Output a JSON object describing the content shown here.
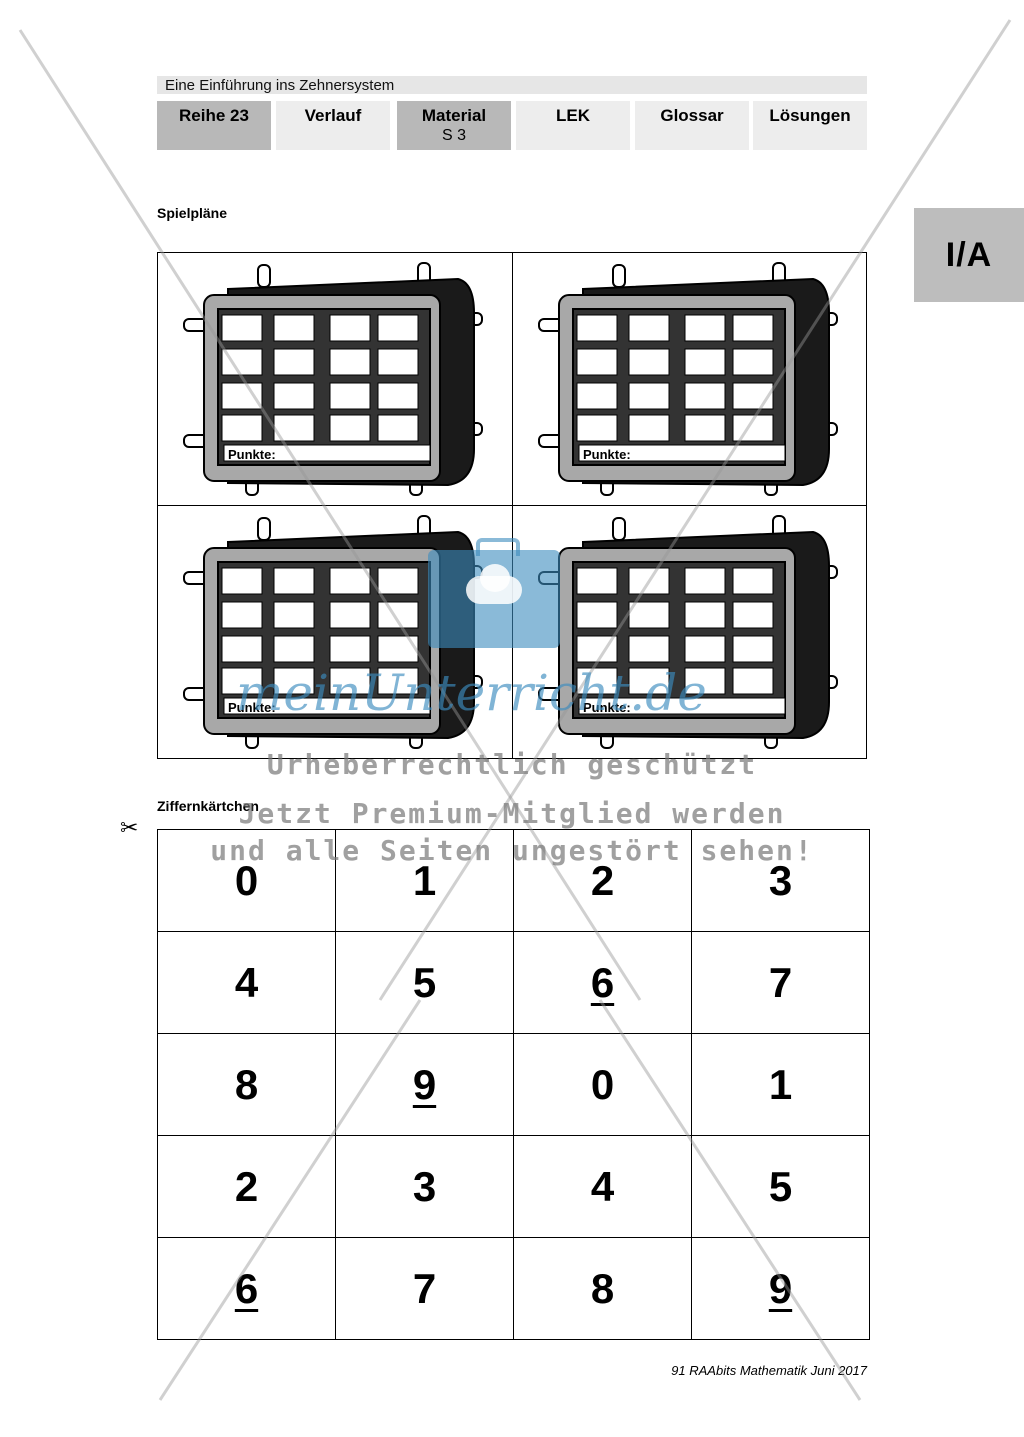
{
  "header": {
    "series_title": "Eine Einführung ins Zehnersystem",
    "tabs": [
      {
        "label": "Reihe 23",
        "sub": "",
        "active": true
      },
      {
        "label": "Verlauf",
        "sub": ""
      },
      {
        "label": "Material",
        "sub": "S 3",
        "active": true
      },
      {
        "label": "LEK",
        "sub": ""
      },
      {
        "label": "Glossar",
        "sub": ""
      },
      {
        "label": "Lösungen",
        "sub": ""
      }
    ],
    "level_badge": "I/A"
  },
  "spielplaene": {
    "heading": "Spielpläne",
    "boards": [
      {
        "punkte_label": "Punkte:"
      },
      {
        "punkte_label": "Punkte:"
      },
      {
        "punkte_label": "Punkte:"
      },
      {
        "punkte_label": "Punkte:"
      }
    ]
  },
  "ziffernkaertchen": {
    "heading": "Ziffernkärtchen",
    "rows": [
      [
        "0",
        "1",
        "2",
        "3"
      ],
      [
        "4",
        "5",
        "6",
        "7"
      ],
      [
        "8",
        "9",
        "0",
        "1"
      ],
      [
        "2",
        "3",
        "4",
        "5"
      ],
      [
        "6",
        "7",
        "8",
        "9"
      ]
    ]
  },
  "footer": {
    "text": "91 RAAbits Mathematik Juni 2017"
  },
  "watermark": {
    "logo": "meinUnterricht.de",
    "line1": "Urheberrechtlich geschützt",
    "line2": "Jetzt Premium-Mitglied werden",
    "line3": "und alle Seiten ungestört sehen!"
  },
  "colors": {
    "tab_active": "#b8b8b8",
    "tab_inactive": "#ededed",
    "board_frame": "#a8a8a8",
    "board_body": "#1a1a1a",
    "watermark_blue": "#3c8cbe"
  }
}
